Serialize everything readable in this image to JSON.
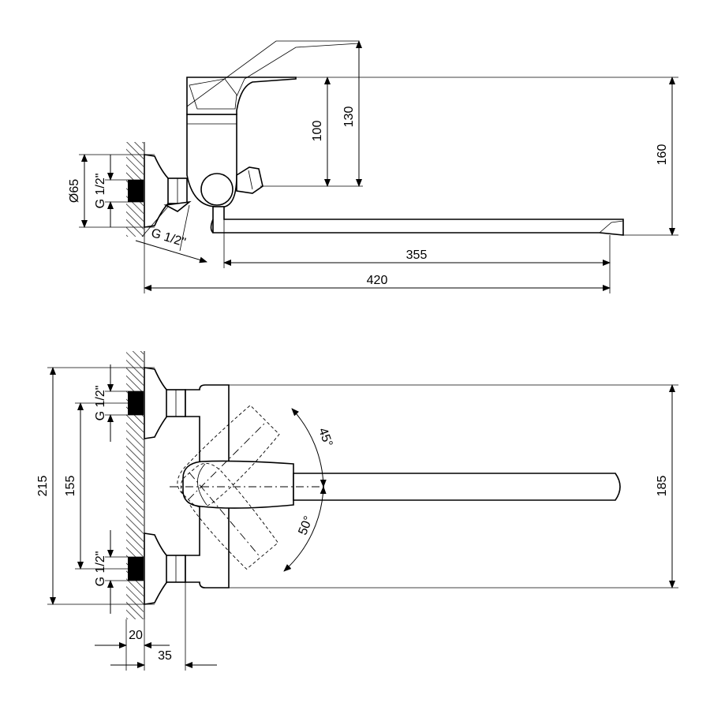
{
  "side_view": {
    "dim_height_handle": "130",
    "dim_height_body": "100",
    "dim_height_total": "160",
    "dim_spout_reach": "355",
    "dim_total_length": "420",
    "dim_flange_diameter": "Ø65",
    "dim_inlet_thread": "G 1/2\"",
    "dim_outlet_thread": "G 1/2\""
  },
  "top_view": {
    "dim_overall_width": "215",
    "dim_inlet_spacing": "155",
    "dim_body_width": "185",
    "dim_wall_offset": "20",
    "dim_inlet_depth": "35",
    "dim_angle_up": "45°",
    "dim_angle_down": "50°",
    "dim_inlet_thread_upper": "G 1/2\"",
    "dim_inlet_thread_lower": "G 1/2\""
  },
  "colors": {
    "line": "#000000",
    "background": "#ffffff"
  }
}
